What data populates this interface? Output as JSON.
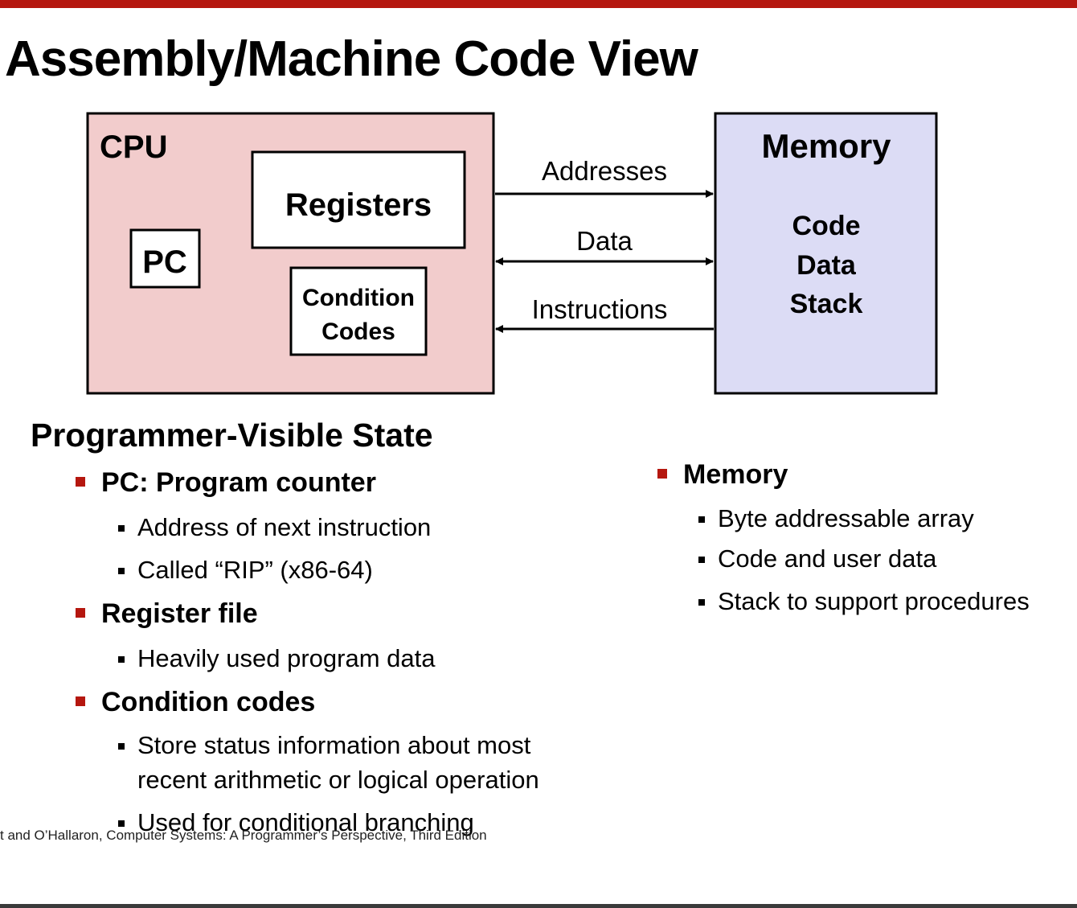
{
  "slide": {
    "title": "Assembly/Machine Code View",
    "accent_color": "#b5170f"
  },
  "diagram": {
    "cpu": {
      "label": "CPU",
      "fill": "#f2cccc",
      "registers_label": "Registers",
      "pc_label": "PC",
      "condition_codes_line1": "Condition",
      "condition_codes_line2": "Codes"
    },
    "memory": {
      "label": "Memory",
      "fill": "#dcdcf5",
      "contents": [
        "Code",
        "Data",
        "Stack"
      ]
    },
    "links": {
      "addresses": "Addresses",
      "data": "Data",
      "instructions": "Instructions"
    }
  },
  "state": {
    "heading": "Programmer-Visible State",
    "left": [
      {
        "label": "PC: Program counter",
        "items": [
          "Address of next instruction",
          "Called “RIP” (x86-64)"
        ]
      },
      {
        "label": "Register file",
        "items": [
          "Heavily used program data"
        ]
      },
      {
        "label": "Condition codes",
        "items": [
          "Store status information about most",
          "recent arithmetic or logical operation",
          "Used for conditional branching"
        ]
      }
    ],
    "right": [
      {
        "label": "Memory",
        "items": [
          "Byte addressable array",
          "Code and user data",
          "Stack to support procedures"
        ]
      }
    ]
  },
  "footer": {
    "citation": "t and O’Hallaron, Computer Systems: A Programmer’s Perspective, Third Edition"
  }
}
